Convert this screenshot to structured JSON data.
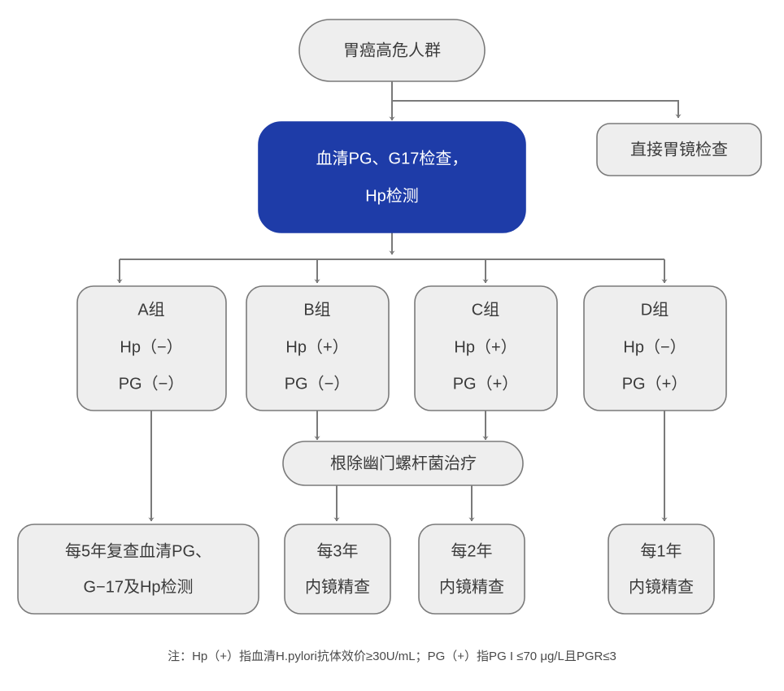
{
  "diagram": {
    "title_node": {
      "label": "胃癌高危人群"
    },
    "nodes": {
      "high_risk": {
        "label": "胃癌高危人群"
      },
      "serum_test": {
        "line1": "血清PG、G17检查，",
        "line2": "Hp检测"
      },
      "direct_endoscopy": {
        "label": "直接胃镜检查"
      },
      "group_a": {
        "line1": "A组",
        "line2": "Hp（−）",
        "line3": "PG（−）"
      },
      "group_b": {
        "line1": "B组",
        "line2": "Hp（+）",
        "line3": "PG（−）"
      },
      "group_c": {
        "line1": "C组",
        "line2": "Hp（+）",
        "line3": "PG（+）"
      },
      "group_d": {
        "line1": "D组",
        "line2": "Hp（−）",
        "line3": "PG（+）"
      },
      "eradication": {
        "label": "根除幽门螺杆菌治疗"
      },
      "followup_5y": {
        "line1": "每5年复查血清PG、",
        "line2": "G−17及Hp检测"
      },
      "followup_3y": {
        "line1": "每3年",
        "line2": "内镜精查"
      },
      "followup_2y": {
        "line1": "每2年",
        "line2": "内镜精查"
      },
      "followup_1y": {
        "line1": "每1年",
        "line2": "内镜精查"
      }
    },
    "footnote": {
      "text": "注：Hp（+）指血清H.pylori抗体效价≥30U/mL；PG（+）指PG I ≤70 μg/L且PGR≤3"
    },
    "colors": {
      "primary_node_fill": "#1e3ca8",
      "node_fill": "#eeeeee",
      "node_stroke": "#7a7a7a",
      "connector": "#7a7a7a",
      "text": "#3a3a3a",
      "primary_text": "#ffffff",
      "footnote_text": "#4a4a4a",
      "background": "#ffffff"
    }
  }
}
